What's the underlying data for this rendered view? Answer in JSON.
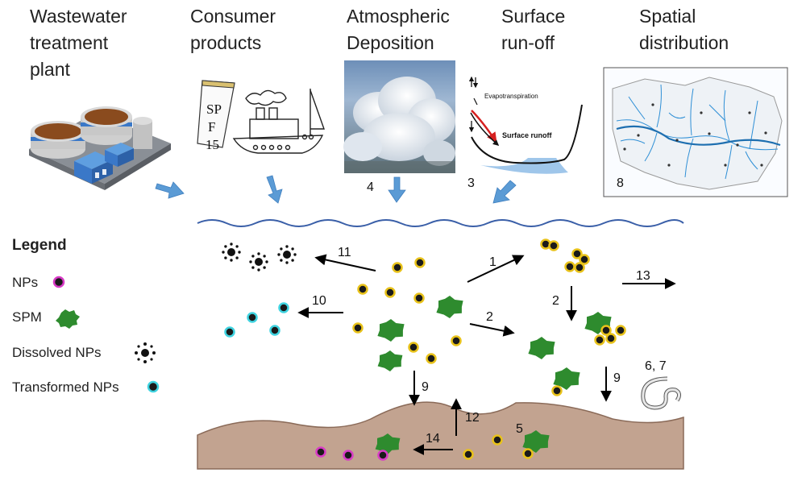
{
  "headers": {
    "wastewater": "Wastewater\ntreatment\nplant",
    "consumer": "Consumer\nproducts",
    "atmospheric": "Atmospheric\nDeposition",
    "runoff": "Surface\nrun-off",
    "spatial": "Spatial\ndistribution"
  },
  "legend": {
    "title": "Legend",
    "items": [
      "NPs",
      "SPM",
      "Dissolved NPs",
      "Transformed NPs"
    ]
  },
  "sunscreen_text": [
    "SP",
    "F",
    "15"
  ],
  "runoff_inset": {
    "evapotranspiration": "Evapotranspiration",
    "surface_runoff": "Surface runoff"
  },
  "process_numbers": {
    "p1": "1",
    "p2a": "2",
    "p2b": "2",
    "p3": "3",
    "p4": "4",
    "p5": "5",
    "p67": "6, 7",
    "p8": "8",
    "p9a": "9",
    "p9b": "9",
    "p10": "10",
    "p11": "11",
    "p12": "12",
    "p13": "13",
    "p14": "14"
  },
  "colors": {
    "np_ring": "#d83bc6",
    "np_core": "#1a1a1a",
    "aggregate_ring": "#e8c21a",
    "transformed_ring": "#3fd3e0",
    "spm": "#2e8b2e",
    "water_line": "#3a5fa8",
    "sediment": "#c2a390",
    "flow_arrow": "#5b9bd5",
    "process_arrow": "#000000"
  },
  "icons": [
    "wastewater-plant-icon",
    "sunscreen-tube-icon",
    "ship-icon",
    "clouds-photo",
    "runoff-diagram",
    "river-map",
    "worm-icon"
  ]
}
